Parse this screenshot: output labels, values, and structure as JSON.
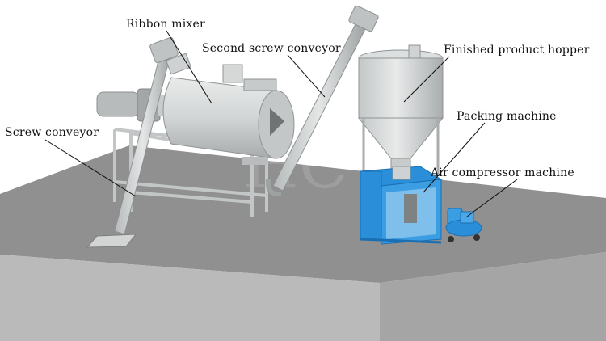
{
  "labels": {
    "ribbon_mixer": "Ribbon mixer",
    "second_screw_conveyor": "Second screw conveyor",
    "finished_product_hopper": "Finished product hopper",
    "packing_machine": "Packing machine",
    "screw_conveyor": "Screw conveyor",
    "air_compressor_machine": "Air compressor machine"
  },
  "colors": {
    "floor_top": "#8f908f",
    "floor_front": "#b9bab9",
    "floor_side": "#a4a5a4",
    "steel": "#d6d8d8",
    "steel_dark": "#9ea2a3",
    "frame_blue": "#2a8fd8",
    "frame_blue_dark": "#1a6fb3",
    "leader_line": "#111111"
  }
}
